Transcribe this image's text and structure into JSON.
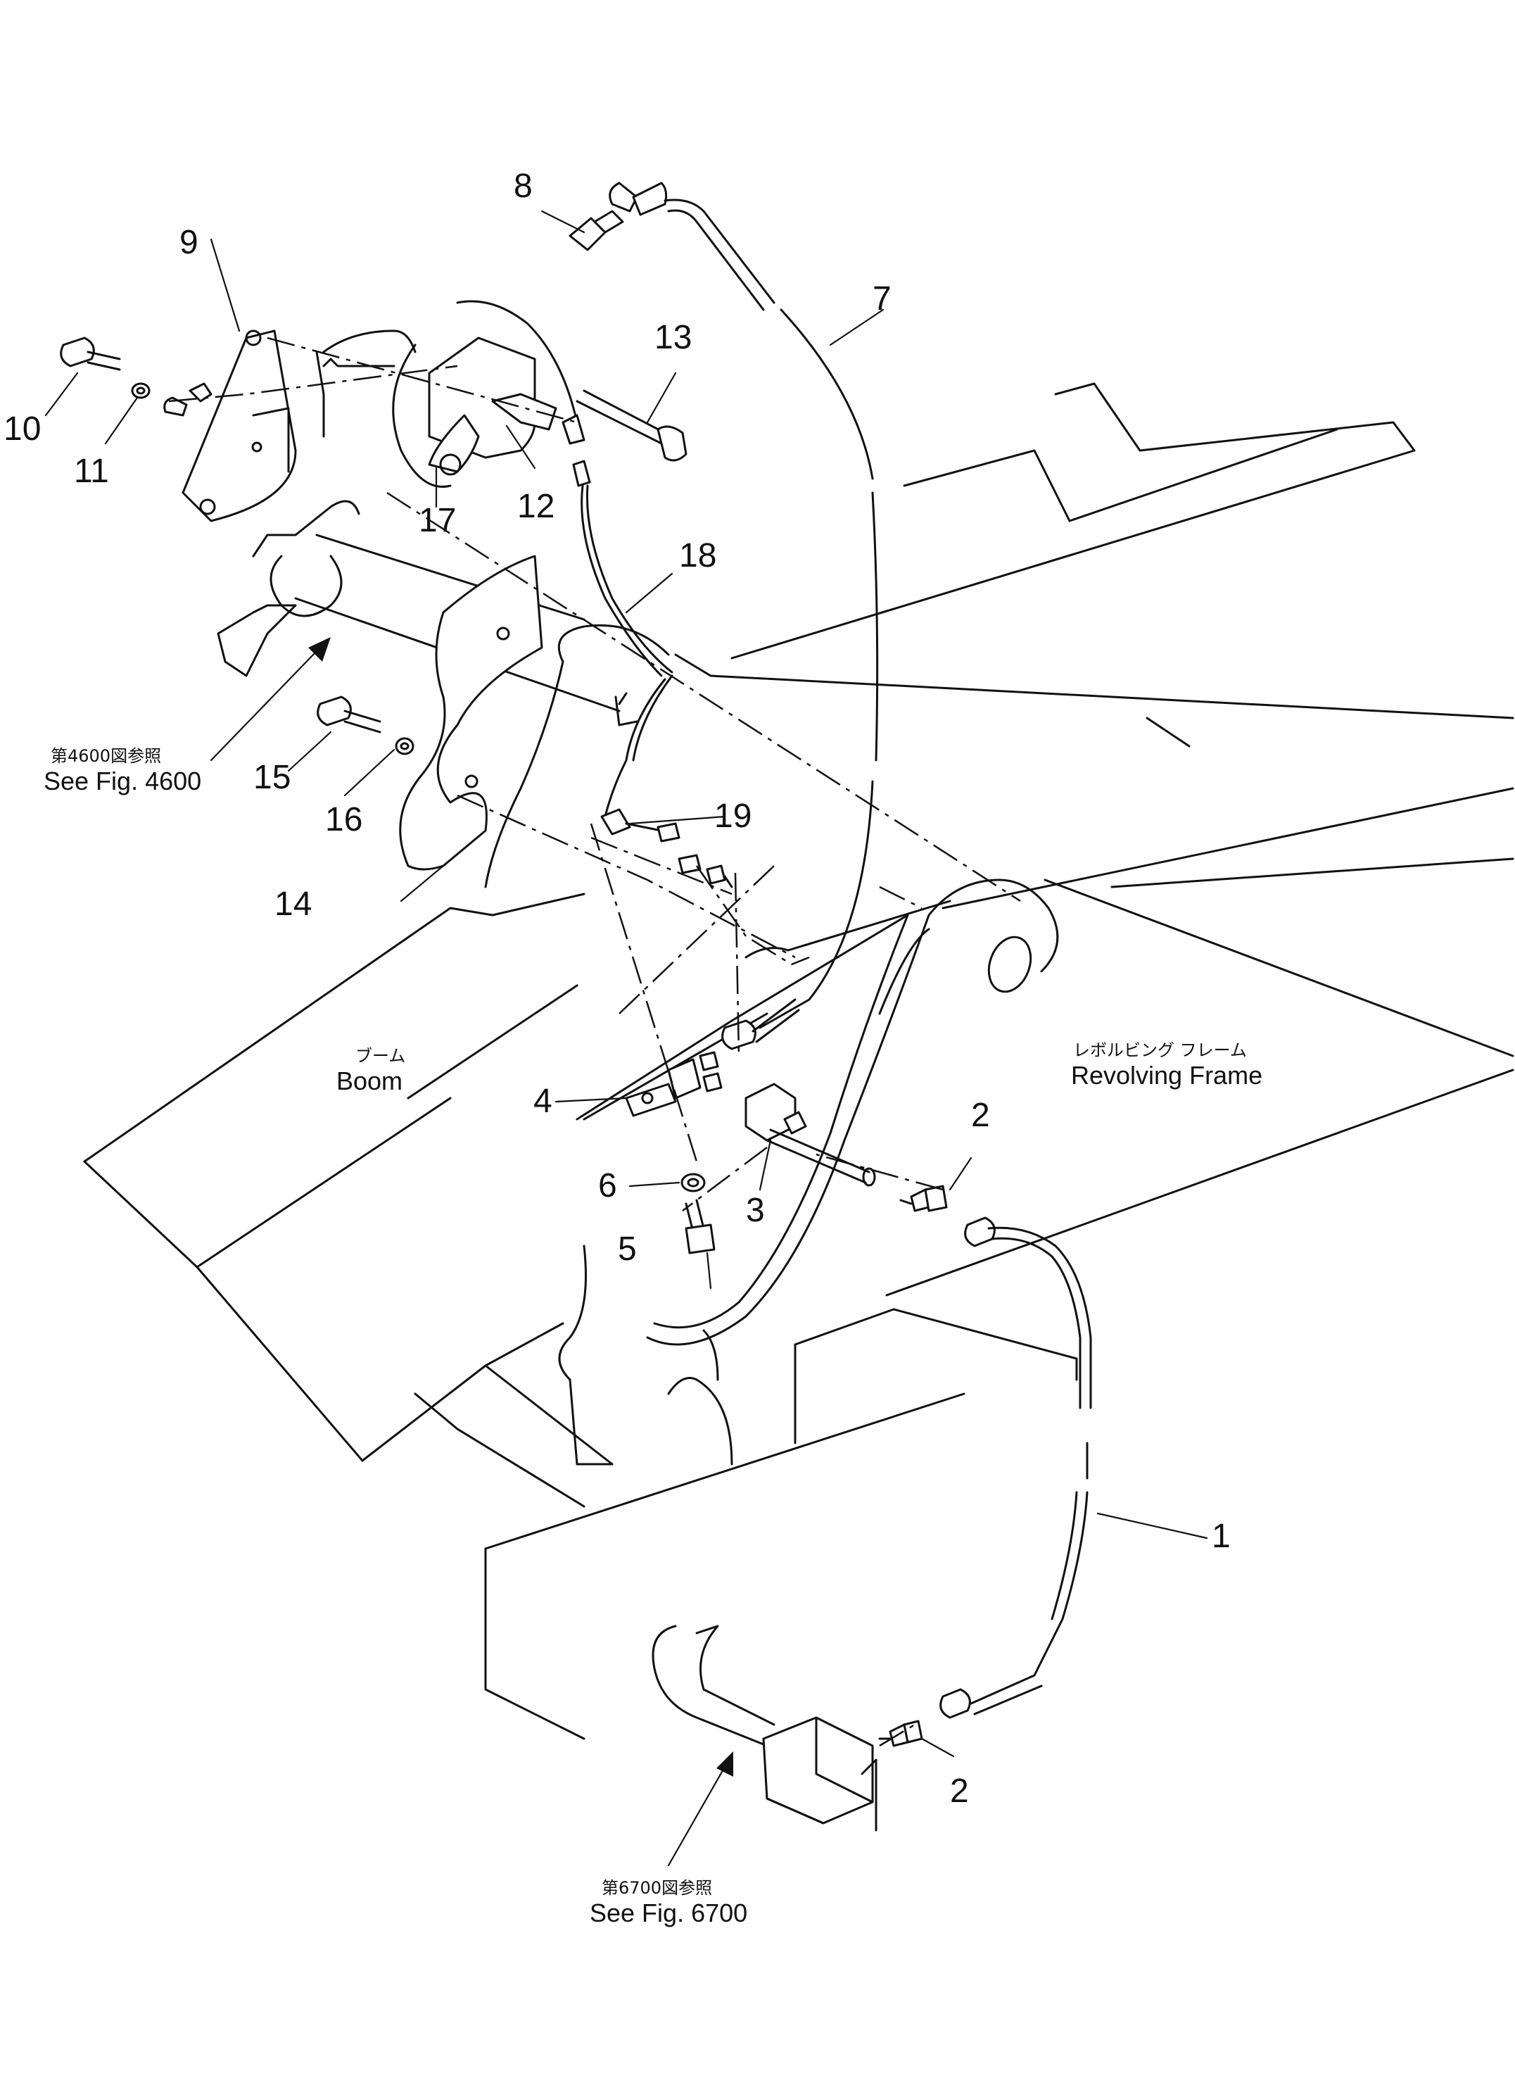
{
  "parts": [
    {
      "id": "p1",
      "num": "1"
    },
    {
      "id": "p2a",
      "num": "2"
    },
    {
      "id": "p2b",
      "num": "2"
    },
    {
      "id": "p3",
      "num": "3"
    },
    {
      "id": "p4",
      "num": "4"
    },
    {
      "id": "p5",
      "num": "5"
    },
    {
      "id": "p6",
      "num": "6"
    },
    {
      "id": "p7",
      "num": "7"
    },
    {
      "id": "p8",
      "num": "8"
    },
    {
      "id": "p9",
      "num": "9"
    },
    {
      "id": "p10",
      "num": "10"
    },
    {
      "id": "p11",
      "num": "11"
    },
    {
      "id": "p12",
      "num": "12"
    },
    {
      "id": "p13",
      "num": "13"
    },
    {
      "id": "p14",
      "num": "14"
    },
    {
      "id": "p15",
      "num": "15"
    },
    {
      "id": "p16",
      "num": "16"
    },
    {
      "id": "p17",
      "num": "17"
    },
    {
      "id": "p18",
      "num": "18"
    },
    {
      "id": "p19",
      "num": "19"
    }
  ],
  "labels": {
    "boom_jp": "ブーム",
    "boom_en": "Boom",
    "frame_jp": "レボルビング フレーム",
    "frame_en": "Revolving Frame",
    "ref4600_jp": "第4600図参照",
    "ref4600_en": "See Fig. 4600",
    "ref6700_jp": "第6700図参照",
    "ref6700_en": "See Fig. 6700"
  }
}
